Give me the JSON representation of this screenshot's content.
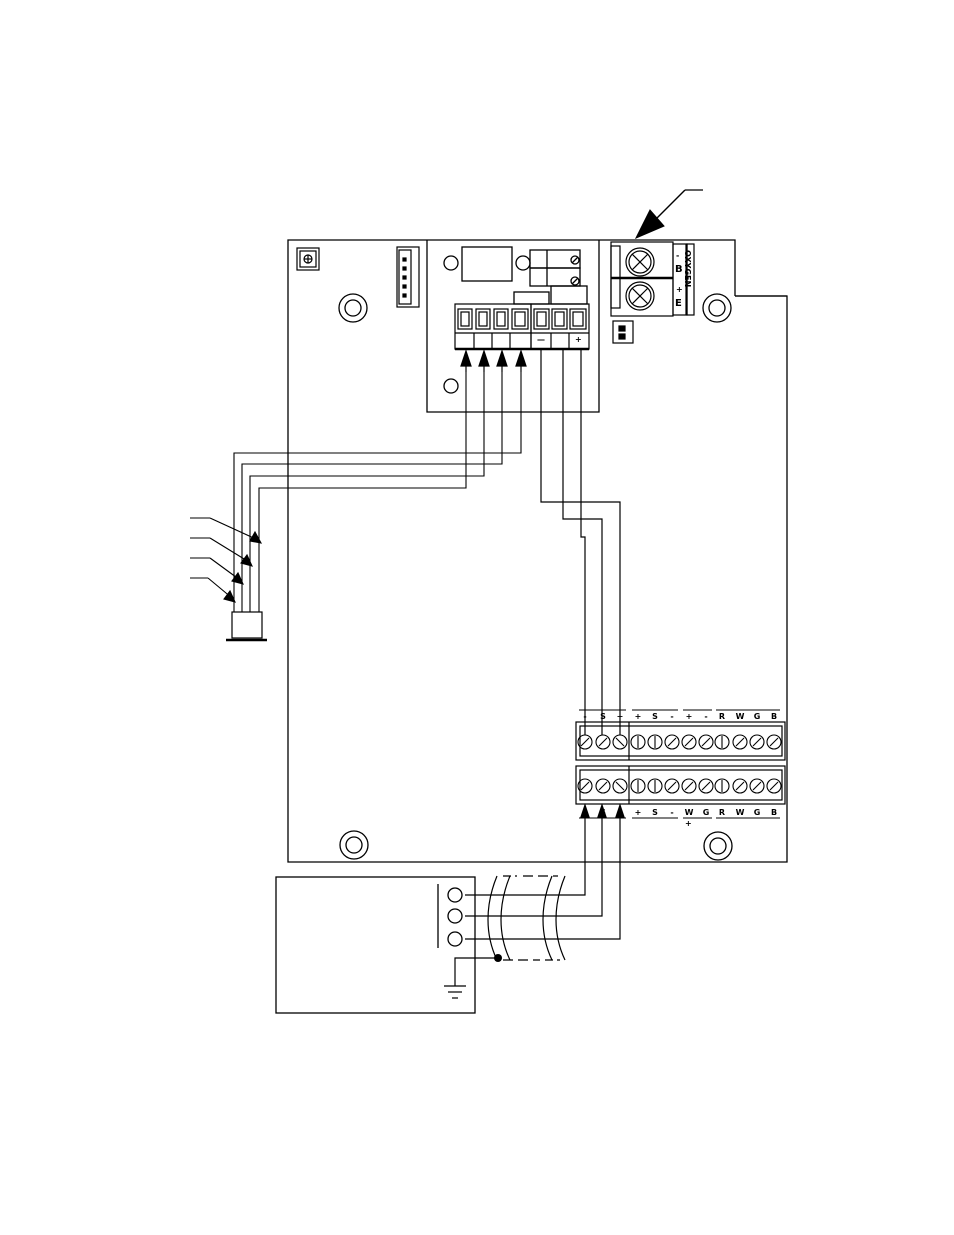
{
  "top_terminals": [
    "-",
    "S",
    "+",
    "+",
    "S",
    "-",
    "+",
    "-",
    "R",
    "W",
    "G",
    "B"
  ],
  "bottom_terminals": [
    "+",
    "S",
    "-",
    "+",
    "S",
    "-",
    "W",
    "G",
    "R",
    "W",
    "G",
    "B"
  ],
  "bottom_terminal_sublabel": "+",
  "bus_connector": {
    "minus_label": "B",
    "minus_sign": "-",
    "plus_label": "E",
    "plus_sign": "+",
    "side_text": "OXYGEN"
  },
  "output_connector_signs": [
    "—",
    "+"
  ]
}
